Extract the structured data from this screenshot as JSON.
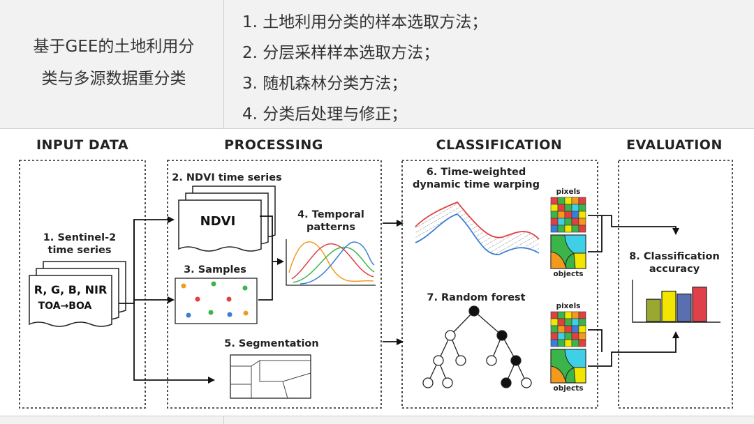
{
  "table": {
    "title": "基于GEE的土地利用分类与多源数据重分类",
    "title_line1": "基于GEE的土地利用分",
    "title_line2": "类与多源数据重分类",
    "methods": [
      "1. 土地利用分类的样本选取方法；",
      "2. 分层采样样本选取方法；",
      "3. 随机森林分类方法；",
      "4. 分类后处理与修正；"
    ]
  },
  "figure": {
    "sections": {
      "input": "INPUT DATA",
      "processing": "PROCESSING",
      "classification": "CLASSIFICATION",
      "evaluation": "EVALUATION"
    },
    "steps": {
      "s1_line1": "1. Sentinel-2",
      "s1_line2": "time series",
      "bands": "R, G, B, NIR",
      "toa_boa": "TOA→BOA",
      "s2": "2. NDVI time series",
      "ndvi": "NDVI",
      "s3": "3. Samples",
      "s4_line1": "4. Temporal",
      "s4_line2": "patterns",
      "s5": "5. Segmentation",
      "s6_line1": "6. Time-weighted",
      "s6_line2": "dynamic time warping",
      "s7": "7. Random forest",
      "s8_line1": "8. Classification",
      "s8_line2": "accuracy",
      "pixels": "pixels",
      "objects": "objects"
    },
    "colors": {
      "red": "#e04040",
      "blue": "#3a7fd5",
      "green": "#3bb54a",
      "yellow": "#f2e600",
      "orange": "#f39a1e",
      "cyan": "#3fd0e8",
      "olive": "#9aa832",
      "slate": "#5a6fb0",
      "crimson": "#e0404a"
    },
    "accuracy_bars": [
      0.55,
      0.75,
      0.68,
      0.85
    ]
  }
}
